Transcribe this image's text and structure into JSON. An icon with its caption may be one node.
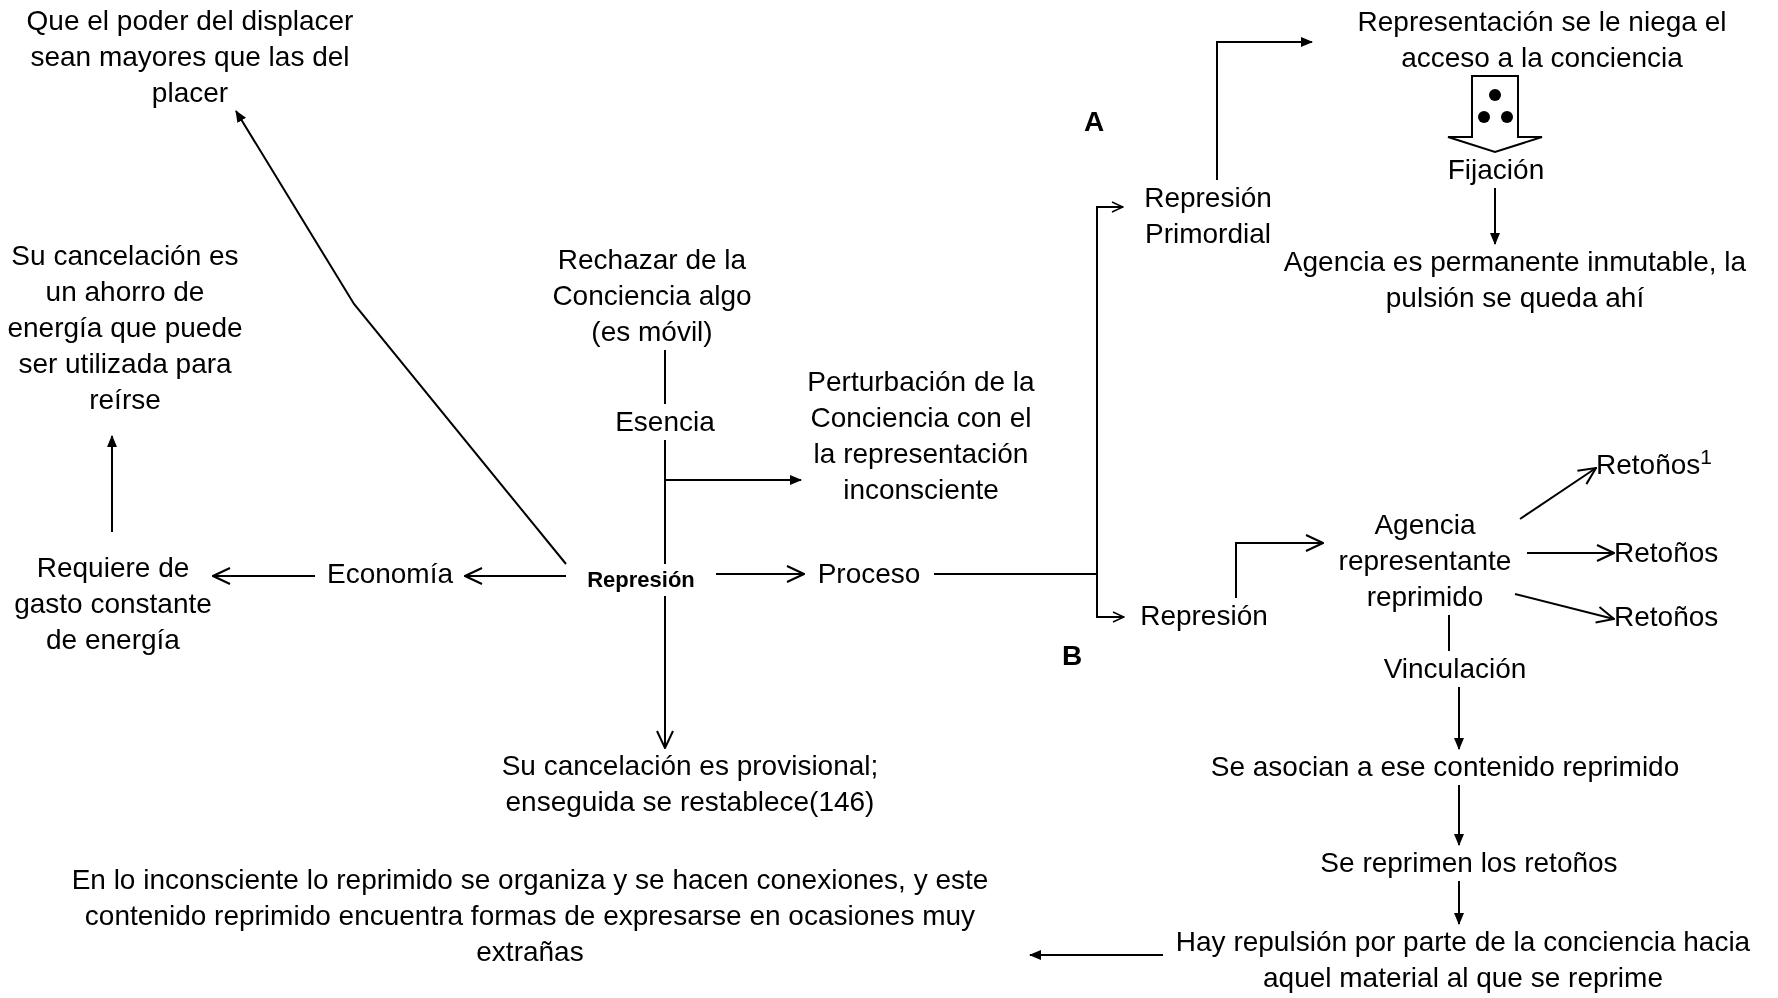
{
  "diagram": {
    "nodes": [
      {
        "text": [
          "Que el poder del displacer sean mayores que las del placer"
        ]
      },
      {
        "text": [
          "Su cancelación es un ahorro de energía que puede ser utilizada para reírse"
        ]
      },
      {
        "text": [
          "Requiere de gasto constante de energía"
        ]
      },
      {
        "text": [
          "Economía"
        ]
      },
      {
        "text": [
          "Represión"
        ]
      },
      {
        "text": [
          "Rechazar de la Conciencia algo (es móvil)"
        ]
      },
      {
        "text": [
          "Esencia"
        ]
      },
      {
        "text": [
          "Perturbación de la Conciencia con el la representación inconsciente"
        ]
      },
      {
        "text": [
          "Proceso"
        ]
      },
      {
        "text": [
          "Su cancelación es provisional; enseguida se restablece(146)"
        ]
      },
      {
        "text": [
          "Represión Primordial"
        ]
      },
      {
        "text": [
          "Representación se le niega el acceso a la conciencia"
        ]
      },
      {
        "text": [
          "Fijación"
        ]
      },
      {
        "text": [
          "Agencia es permanente inmutable, la pulsión se queda ahí"
        ]
      },
      {
        "text": [
          "Represión"
        ]
      },
      {
        "text": [
          "Agencia representante reprimido"
        ]
      },
      {
        "text": [
          "Retoños$^{1}$"
        ]
      },
      {
        "text": [
          "Retoños"
        ]
      },
      {
        "text": [
          "Retoños"
        ]
      },
      {
        "text": [
          "Vinculación"
        ]
      },
      {
        "text": [
          "Se asocian a ese contenido reprimido"
        ]
      },
      {
        "text": [
          "Se reprimen los retoños"
        ]
      },
      {
        "text": [
          "Hay repulsión por parte de la conciencia hacia aquel material al que se reprime"
        ]
      },
      {
        "text": [
          "En lo inconsciente lo reprimido se organiza y se hacen conexiones, y este contenido reprimido encuentra formas de expresarse en ocasiones muy extrañas"
        ]
      }
    ],
    "edges": [
      {
        "from": 4,
        "to": 0,
        "arrow": "to"
      },
      {
        "from": 4,
        "to": 3,
        "arrow": "to"
      },
      {
        "from": 3,
        "to": 2,
        "arrow": "to"
      },
      {
        "from": 2,
        "to": 1,
        "arrow": "to"
      },
      {
        "from": 5,
        "to": 6,
        "arrow": "none"
      },
      {
        "from": 6,
        "to": 4,
        "arrow": "none"
      },
      {
        "from": 6,
        "to": 7,
        "arrow": "to"
      },
      {
        "from": 4,
        "to": 9,
        "arrow": "to"
      },
      {
        "from": 4,
        "to": 8,
        "arrow": "to"
      },
      {
        "from": 8,
        "to": 10,
        "arrow": "to"
      },
      {
        "from": 8,
        "to": 14,
        "arrow": "to"
      },
      {
        "from": 10,
        "to": 11,
        "arrow": "to"
      },
      {
        "from": 11,
        "to": 12,
        "arrow": "to"
      },
      {
        "from": 12,
        "to": 13,
        "arrow": "to"
      },
      {
        "from": 14,
        "to": 15,
        "arrow": "to"
      },
      {
        "from": 15,
        "to": 16,
        "arrow": "to"
      },
      {
        "from": 15,
        "to": 17,
        "arrow": "to"
      },
      {
        "from": 15,
        "to": 18,
        "arrow": "to"
      },
      {
        "from": 15,
        "to": 19,
        "arrow": "none"
      },
      {
        "from": 19,
        "to": 20,
        "arrow": "to"
      },
      {
        "from": 20,
        "to": 21,
        "arrow": "to"
      },
      {
        "from": 21,
        "to": 22,
        "arrow": "to"
      },
      {
        "from": 22,
        "to": 23,
        "arrow": "to"
      }
    ],
    "labels": [
      "A",
      "B"
    ]
  }
}
